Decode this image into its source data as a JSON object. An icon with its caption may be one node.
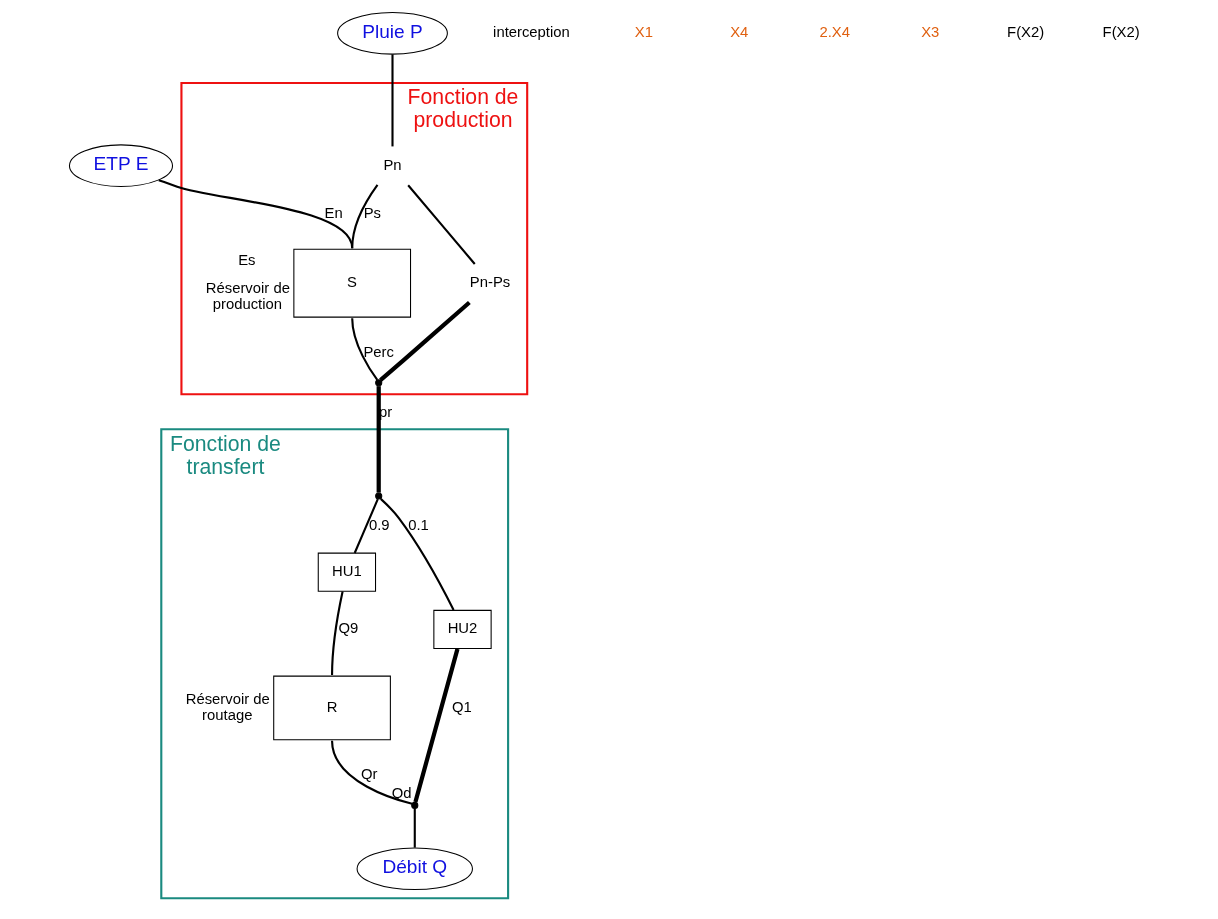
{
  "diagram": {
    "nodes": [
      {
        "text": [
          "ETP E"
        ]
      },
      {
        "text": [
          "Pluie P"
        ]
      },
      {
        "text": [
          "Fonction de production"
        ]
      },
      {
        "text": [
          "Pn"
        ],
        "in": 2
      },
      {
        "text": [
          "S"
        ],
        "in": 2,
        "beside": [
          "Es",
          "Réservoir de production"
        ]
      },
      {
        "text": [
          "Pn-Ps"
        ],
        "in": 2
      },
      {
        "text": [],
        "shape": "point",
        "in": 2
      },
      {
        "text": [
          "Fonction de transfert"
        ]
      },
      {
        "text": [],
        "shape": "point",
        "in": 7
      },
      {
        "text": [
          "HU1"
        ],
        "in": 7
      },
      {
        "text": [
          "HU2"
        ],
        "in": 7
      },
      {
        "text": [
          "R"
        ],
        "in": 7,
        "beside": [
          "Réservoir de routage"
        ]
      },
      {
        "text": [],
        "shape": "point",
        "in": 7,
        "beside": [
          "Qd"
        ]
      },
      {
        "text": [
          "Débit Q"
        ],
        "in": 7
      }
    ],
    "edges": [
      {
        "from": 0,
        "to": 4,
        "arrow": "none",
        "label": "En"
      },
      {
        "from": 1,
        "to": 3,
        "arrow": "none"
      },
      {
        "from": 3,
        "to": 4,
        "arrow": "none",
        "label": "Ps"
      },
      {
        "from": 3,
        "to": 5,
        "arrow": "none"
      },
      {
        "from": 4,
        "to": 6,
        "arrow": "none",
        "label": "Perc"
      },
      {
        "from": 5,
        "to": 6,
        "arrow": "none",
        "style": "thick"
      },
      {
        "from": 6,
        "to": 8,
        "arrow": "none",
        "label": "pr",
        "style": "thick"
      },
      {
        "from": 8,
        "to": 9,
        "arrow": "none",
        "label": "0.9"
      },
      {
        "from": 8,
        "to": 10,
        "arrow": "none",
        "label": "0.1"
      },
      {
        "from": 9,
        "to": 11,
        "arrow": "none",
        "label": "Q9"
      },
      {
        "from": 10,
        "to": 12,
        "arrow": "none",
        "label": "Q1",
        "style": "thick"
      },
      {
        "from": 11,
        "to": 12,
        "arrow": "none",
        "label": "Qr"
      },
      {
        "from": 12,
        "to": 13,
        "arrow": "none"
      }
    ],
    "labels": [
      "interception",
      "X1",
      "X4",
      "2.X4",
      "X3",
      "F(X2)",
      "F(X2)"
    ]
  }
}
